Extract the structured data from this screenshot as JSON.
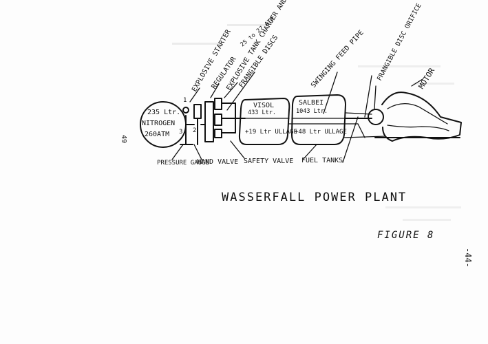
{
  "labels": {
    "nitrogen_volume": "235 Ltr.",
    "nitrogen_name": "NITROGEN",
    "nitrogen_pressure": "260ATM",
    "explosive_starter": "EXPLOSIVE STARTER",
    "regulator": "REGULATOR",
    "regulator_pressure": "25 to 27 ATM",
    "explosive_tank": "EXPLOSIVE TANK CHARGER AND VENT",
    "frangible_discs": "FRANGIBLE DISCS",
    "swinging_feed_pipe": "SWINGING FEED PIPE",
    "frangible_disc_orifice": "FRANGIBLE DISC ORIFICE",
    "motor": "MOTOR",
    "visol_name": "VISOL",
    "visol_volume": "433 Ltr.",
    "visol_ullage": "+19 Ltr ULLAGE",
    "salbei_name": "SALBEI",
    "salbei_volume": "1043 Ltr.",
    "salbei_ullage": "+48 Ltr ULLAGE",
    "pressure_gauge": "PRESSURE GAUGE",
    "hand_valve": "HAND VALVE",
    "safety_valve": "SAFETY VALVE",
    "fuel_tanks": "FUEL TANKS",
    "num_one": "1",
    "num_two": "2",
    "num_three": "3"
  },
  "title": "WASSERFALL POWER PLANT",
  "figure": "FIGURE 8",
  "margin_page_number": "49",
  "right_page_number": "-44-"
}
